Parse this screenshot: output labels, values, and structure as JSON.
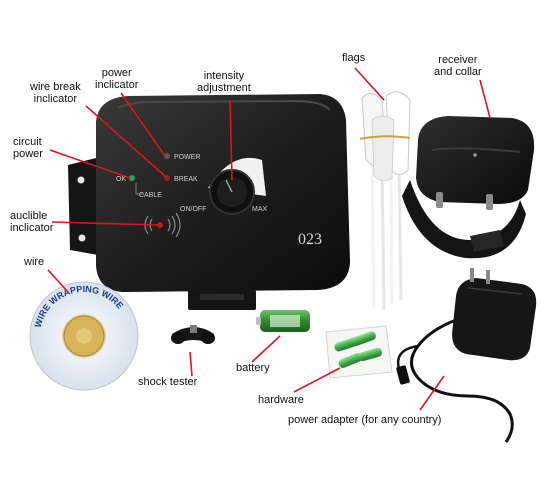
{
  "colors": {
    "background": "#ffffff",
    "leader_line": "#e0141e",
    "device_body": "#1b1b1b",
    "label_text": "#111111",
    "flag": "#f4f4f4",
    "battery": "#2f8a2c",
    "hardware": "#3fae49"
  },
  "callouts": {
    "flags": "flags",
    "receiver_collar": "receiver\nand collar",
    "intensity": "intensity\nadjustment",
    "power_indicator": "power\ninclicator",
    "wire_break": "wire break\ninclicator",
    "circuit_power": "circuit\npower",
    "audible": "auclible\ninclicator",
    "wire": "wire",
    "shock_tester": "shock tester",
    "battery": "battery",
    "hardware": "hardware",
    "power_adapter": "power adapter (for any country)"
  },
  "device": {
    "power_led": "POWER",
    "break_led": "BREAK",
    "ok_led": "OK",
    "cable_label": "CABLE",
    "onoff_label": "ON/OFF",
    "max_label": "MAX",
    "model": "023"
  },
  "wire_spool": {
    "text": "WIRE WRAPPING WIRE"
  }
}
